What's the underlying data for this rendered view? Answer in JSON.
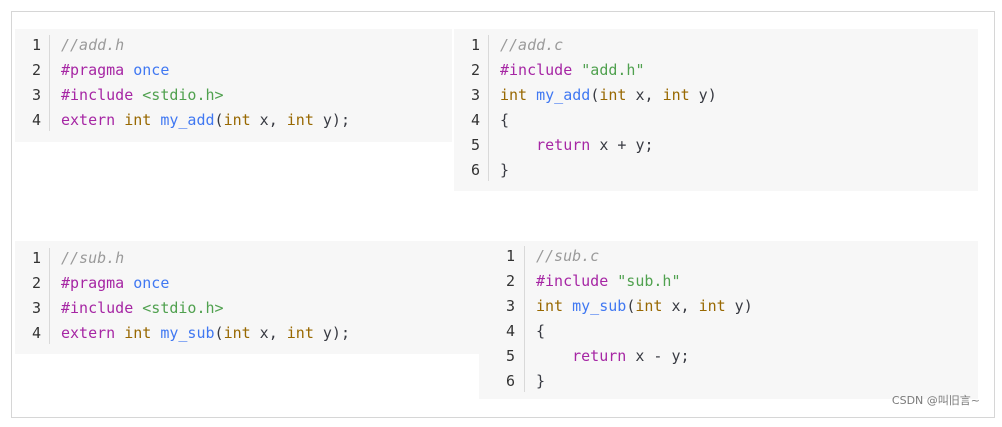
{
  "blocks": [
    {
      "id": "add-h",
      "lines": [
        [
          [
            "cm",
            "//add.h"
          ]
        ],
        [
          [
            "pp",
            "#pragma "
          ],
          [
            "fn",
            "once"
          ]
        ],
        [
          [
            "pp",
            "#include "
          ],
          [
            "st",
            "<stdio.h>"
          ]
        ],
        [
          [
            "kw",
            "extern "
          ],
          [
            "ty",
            "int "
          ],
          [
            "fn",
            "my_add"
          ],
          [
            "pl",
            "("
          ],
          [
            "ty",
            "int"
          ],
          [
            "pl",
            " x, "
          ],
          [
            "ty",
            "int"
          ],
          [
            "pl",
            " y);"
          ]
        ]
      ]
    },
    {
      "id": "add-c",
      "lines": [
        [
          [
            "cm",
            "//add.c"
          ]
        ],
        [
          [
            "pp",
            "#include "
          ],
          [
            "st",
            "\"add.h\""
          ]
        ],
        [
          [
            "ty",
            "int "
          ],
          [
            "fn",
            "my_add"
          ],
          [
            "pl",
            "("
          ],
          [
            "ty",
            "int"
          ],
          [
            "pl",
            " x, "
          ],
          [
            "ty",
            "int"
          ],
          [
            "pl",
            " y)"
          ]
        ],
        [
          [
            "pl",
            "{"
          ]
        ],
        [
          [
            "pl",
            "    "
          ],
          [
            "kw",
            "return"
          ],
          [
            "pl",
            " x + y;"
          ]
        ],
        [
          [
            "pl",
            "}"
          ]
        ]
      ]
    },
    {
      "id": "sub-h",
      "lines": [
        [
          [
            "cm",
            "//sub.h"
          ]
        ],
        [
          [
            "pp",
            "#pragma "
          ],
          [
            "fn",
            "once"
          ]
        ],
        [
          [
            "pp",
            "#include "
          ],
          [
            "st",
            "<stdio.h>"
          ]
        ],
        [
          [
            "kw",
            "extern "
          ],
          [
            "ty",
            "int "
          ],
          [
            "fn",
            "my_sub"
          ],
          [
            "pl",
            "("
          ],
          [
            "ty",
            "int"
          ],
          [
            "pl",
            " x, "
          ],
          [
            "ty",
            "int"
          ],
          [
            "pl",
            " y);"
          ]
        ]
      ]
    },
    {
      "id": "sub-c",
      "lines": [
        [
          [
            "cm",
            "//sub.c"
          ]
        ],
        [
          [
            "pp",
            "#include "
          ],
          [
            "st",
            "\"sub.h\""
          ]
        ],
        [
          [
            "ty",
            "int "
          ],
          [
            "fn",
            "my_sub"
          ],
          [
            "pl",
            "("
          ],
          [
            "ty",
            "int"
          ],
          [
            "pl",
            " x, "
          ],
          [
            "ty",
            "int"
          ],
          [
            "pl",
            " y)"
          ]
        ],
        [
          [
            "pl",
            "{"
          ]
        ],
        [
          [
            "pl",
            "    "
          ],
          [
            "kw",
            "return"
          ],
          [
            "pl",
            " x - y;"
          ]
        ],
        [
          [
            "pl",
            "}"
          ]
        ]
      ]
    }
  ],
  "watermark": "CSDN @叫旧言~"
}
